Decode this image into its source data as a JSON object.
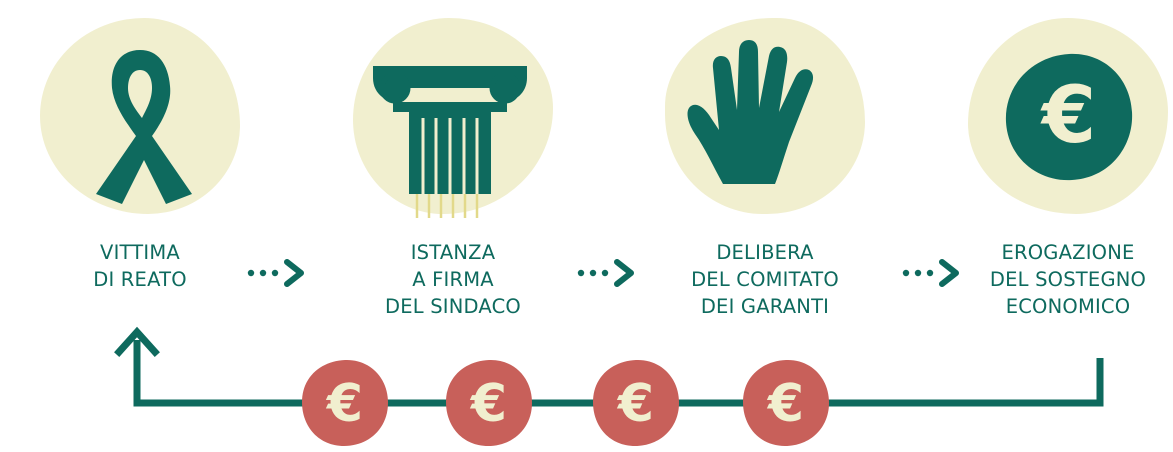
{
  "steps": [
    {
      "icon": "ribbon-icon",
      "lines": [
        "VITTIMA",
        "DI REATO"
      ]
    },
    {
      "icon": "ionic-column-icon",
      "lines": [
        "ISTANZA",
        "A FIRMA",
        "DEL SINDACO"
      ]
    },
    {
      "icon": "hand-icon",
      "lines": [
        "DELIBERA",
        "DEL COMITATO",
        "DEI GARANTI"
      ]
    },
    {
      "icon": "euro-coin-icon",
      "lines": [
        "EROGAZIONE",
        "DEL SOSTEGNO",
        "ECONOMICO"
      ]
    }
  ],
  "return_flow": {
    "coin_symbol": "€",
    "coin_count": 4
  },
  "colors": {
    "teal": "#0e6a5e",
    "cream": "#f1efcf",
    "coin": "#c8605a",
    "coin_text": "#f1efcf"
  }
}
